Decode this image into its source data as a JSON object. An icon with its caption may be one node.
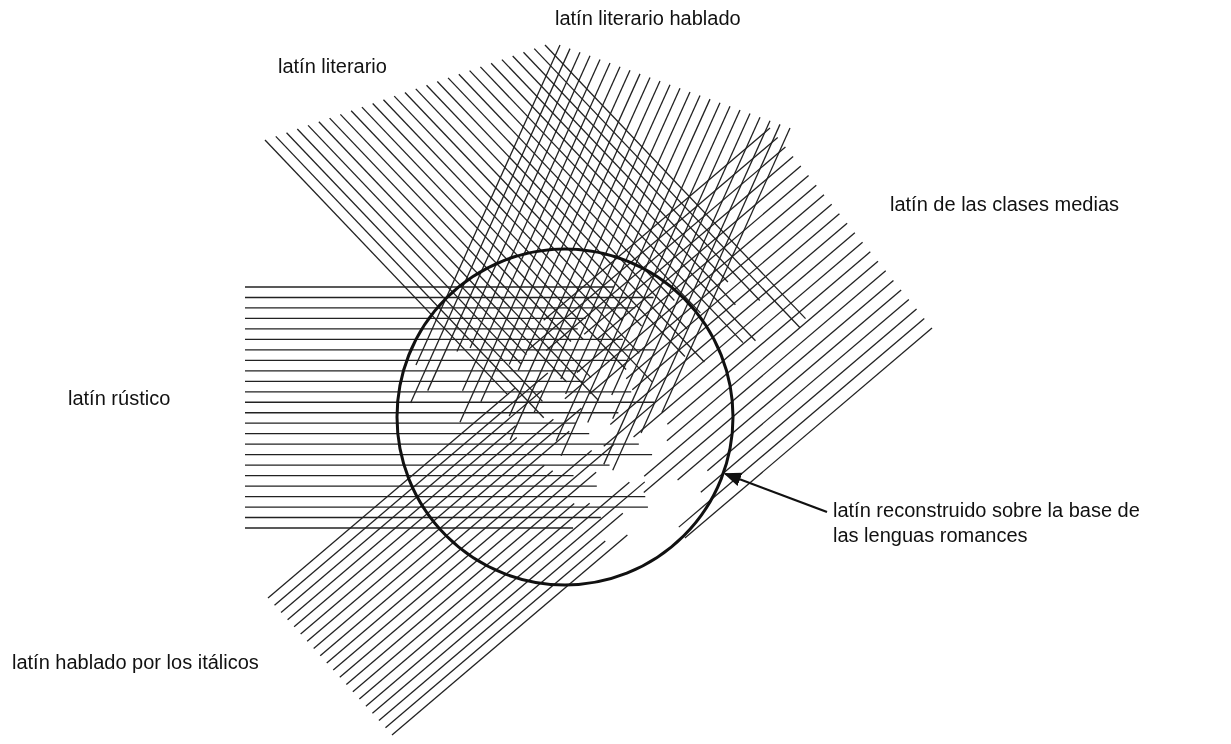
{
  "diagram": {
    "nodes": [
      {
        "text": [
          "latín reconstruido sobre la base de las lenguas romances"
        ]
      },
      {
        "text": [],
        "shape": "circle"
      }
    ],
    "edges": [
      {
        "from": 0,
        "to": 1,
        "arrow": "to"
      }
    ],
    "labels": [
      "latín literario hablado",
      "latín literario",
      "latín de las clases medias",
      "latín rústico",
      "latín hablado por los itálicos"
    ]
  }
}
